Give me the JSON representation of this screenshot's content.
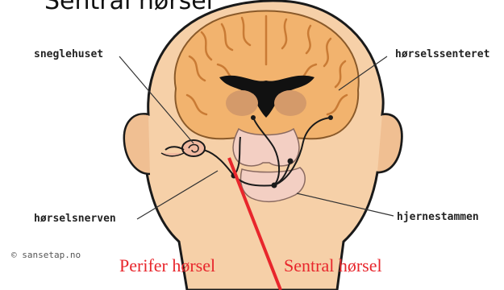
{
  "title": "Sentral hørsel",
  "labels": {
    "cochlea": "sneglehuset",
    "auditory_center": "hørselssenteret",
    "auditory_nerve": "hørselsnerven",
    "brainstem": "hjernestammen"
  },
  "regions": {
    "peripheral": "Perifer hørsel",
    "central": "Sentral hørsel"
  },
  "copyright": "© sansetap.no",
  "colors": {
    "skin": "#f6d0a8",
    "skin_outline": "#1a1a1a",
    "brain": "#f2b36e",
    "brain_fold": "#e59a4a",
    "ventricle": "#111111",
    "thalamus": "#d49a6a",
    "brainstem": "#f3cfc3",
    "divider": "#e8262c"
  }
}
